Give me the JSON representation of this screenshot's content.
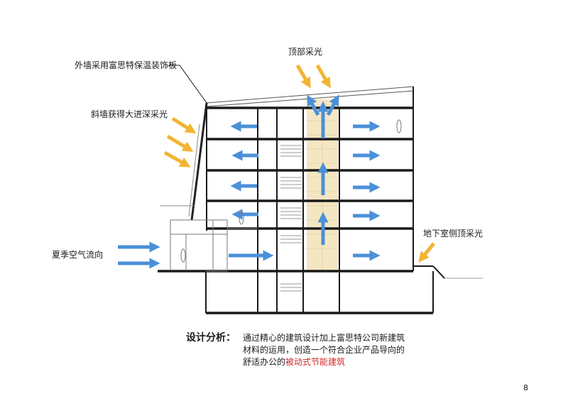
{
  "labels": {
    "facade": "外墙采用富思特保温装饰板",
    "inclined_wall": "斜墙获得大进深采光",
    "roof_light": "顶部采光",
    "summer_air": "夏季空气流向",
    "basement_light": "地下室侧顶采光"
  },
  "analysis": {
    "heading": "设计分析：",
    "line1": "通过精心的建筑设计加上富思特公司新建筑",
    "line2": "材料的运用，创造一个符合企业产品导向的",
    "line3_prefix": "舒适办公的",
    "line3_highlight": "被动式节能建筑"
  },
  "page_number": "8",
  "colors": {
    "airflow_arrow": "#4a90d9",
    "sunlight_arrow": "#f2b431",
    "atrium_fill": "#f5e6c3",
    "highlight_text": "#d22b2b"
  }
}
